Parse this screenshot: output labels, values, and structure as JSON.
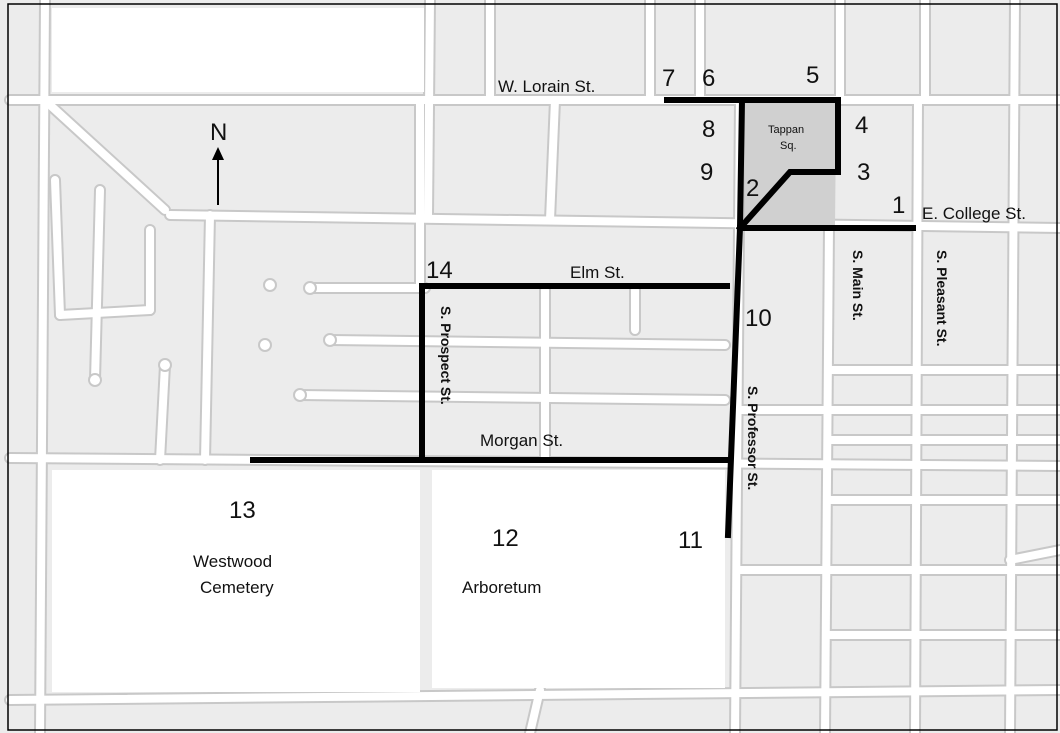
{
  "compass": {
    "label": "N"
  },
  "streets": {
    "lorain": "W. Lorain St.",
    "college": "E. College St.",
    "elm": "Elm St.",
    "morgan": "Morgan St.",
    "prospect": "S. Prospect St.",
    "professor": "S. Professor St.",
    "main": "S. Main St.",
    "pleasant": "S. Pleasant St."
  },
  "square": {
    "line1": "Tappan",
    "line2": "Sq."
  },
  "places": {
    "cemetery_line1": "Westwood",
    "cemetery_line2": "Cemetery",
    "arboretum": "Arboretum"
  },
  "stops": [
    "1",
    "2",
    "3",
    "4",
    "5",
    "6",
    "7",
    "8",
    "9",
    "10",
    "11",
    "12",
    "13",
    "14"
  ],
  "colors": {
    "street_fill": "#ffffff",
    "street_edge": "#cccccc",
    "block": "#ececec",
    "route": "#000000",
    "square_fill": "#d0d0d0"
  }
}
